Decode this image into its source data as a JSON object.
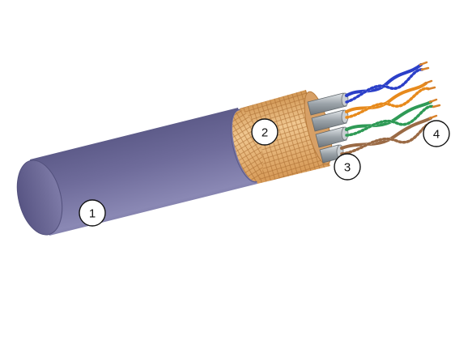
{
  "callouts": [
    {
      "label": "1",
      "part": "outer-jacket"
    },
    {
      "label": "2",
      "part": "braided-shield"
    },
    {
      "label": "3",
      "part": "foil-shielded-pair"
    },
    {
      "label": "4",
      "part": "twisted-pair-conductors"
    }
  ],
  "colors": {
    "jacket": "#6e6b98",
    "braid": "#e2a863",
    "foil": "#a9b0b5",
    "pair_blue": "#2b3fc8",
    "pair_orange": "#e78a1c",
    "pair_green": "#2f9a56",
    "pair_brown": "#9a6a45",
    "copper": "#d9822b"
  }
}
